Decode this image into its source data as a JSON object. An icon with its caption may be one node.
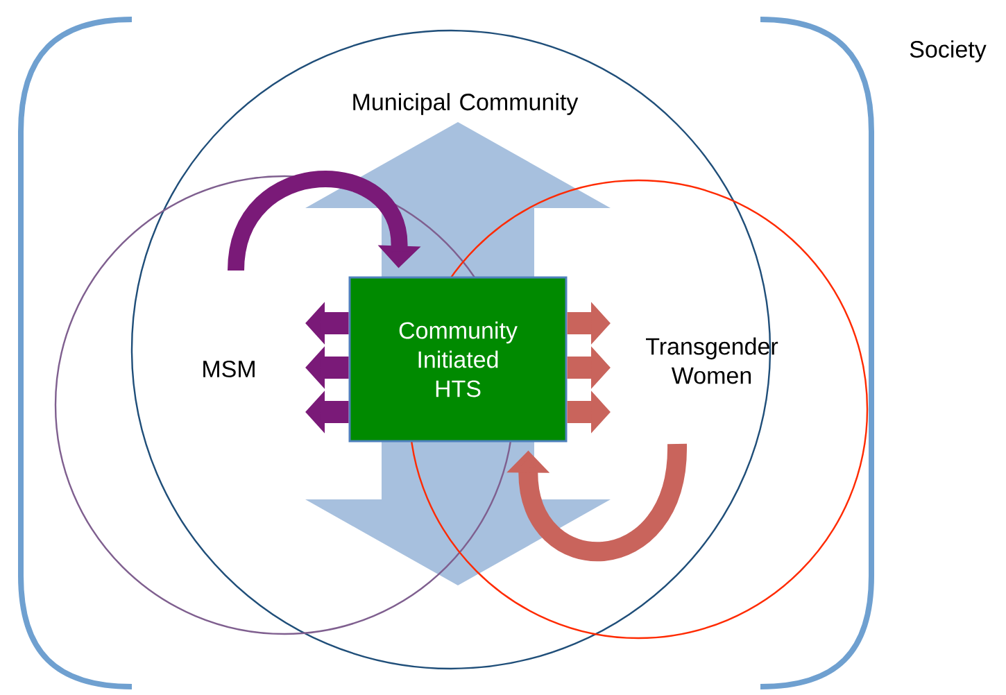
{
  "diagram": {
    "nodes": [
      {
        "text": [
          "Society"
        ]
      },
      {
        "text": [
          "Municipal Community"
        ],
        "in": 0
      },
      {
        "text": [
          "MSM"
        ],
        "in": 0
      },
      {
        "text": [
          "Transgender Women"
        ],
        "in": 0
      },
      {
        "text": [
          "Community Initiated HTS"
        ],
        "in": 1
      }
    ],
    "edges": [
      {
        "from": 2,
        "to": 4,
        "arrow": "to",
        "color": "#7a1a78"
      },
      {
        "from": 3,
        "to": 4,
        "arrow": "to",
        "color": "#c9645c"
      },
      {
        "from": 4,
        "to": 2,
        "arrow": "to",
        "color": "#7a1a78"
      },
      {
        "from": 4,
        "to": 2,
        "arrow": "to",
        "color": "#7a1a78"
      },
      {
        "from": 4,
        "to": 2,
        "arrow": "to",
        "color": "#7a1a78"
      },
      {
        "from": 4,
        "to": 3,
        "arrow": "to",
        "color": "#c9645c"
      },
      {
        "from": 4,
        "to": 3,
        "arrow": "to",
        "color": "#c9645c"
      },
      {
        "from": 4,
        "to": 3,
        "arrow": "to",
        "color": "#c9645c"
      }
    ]
  }
}
